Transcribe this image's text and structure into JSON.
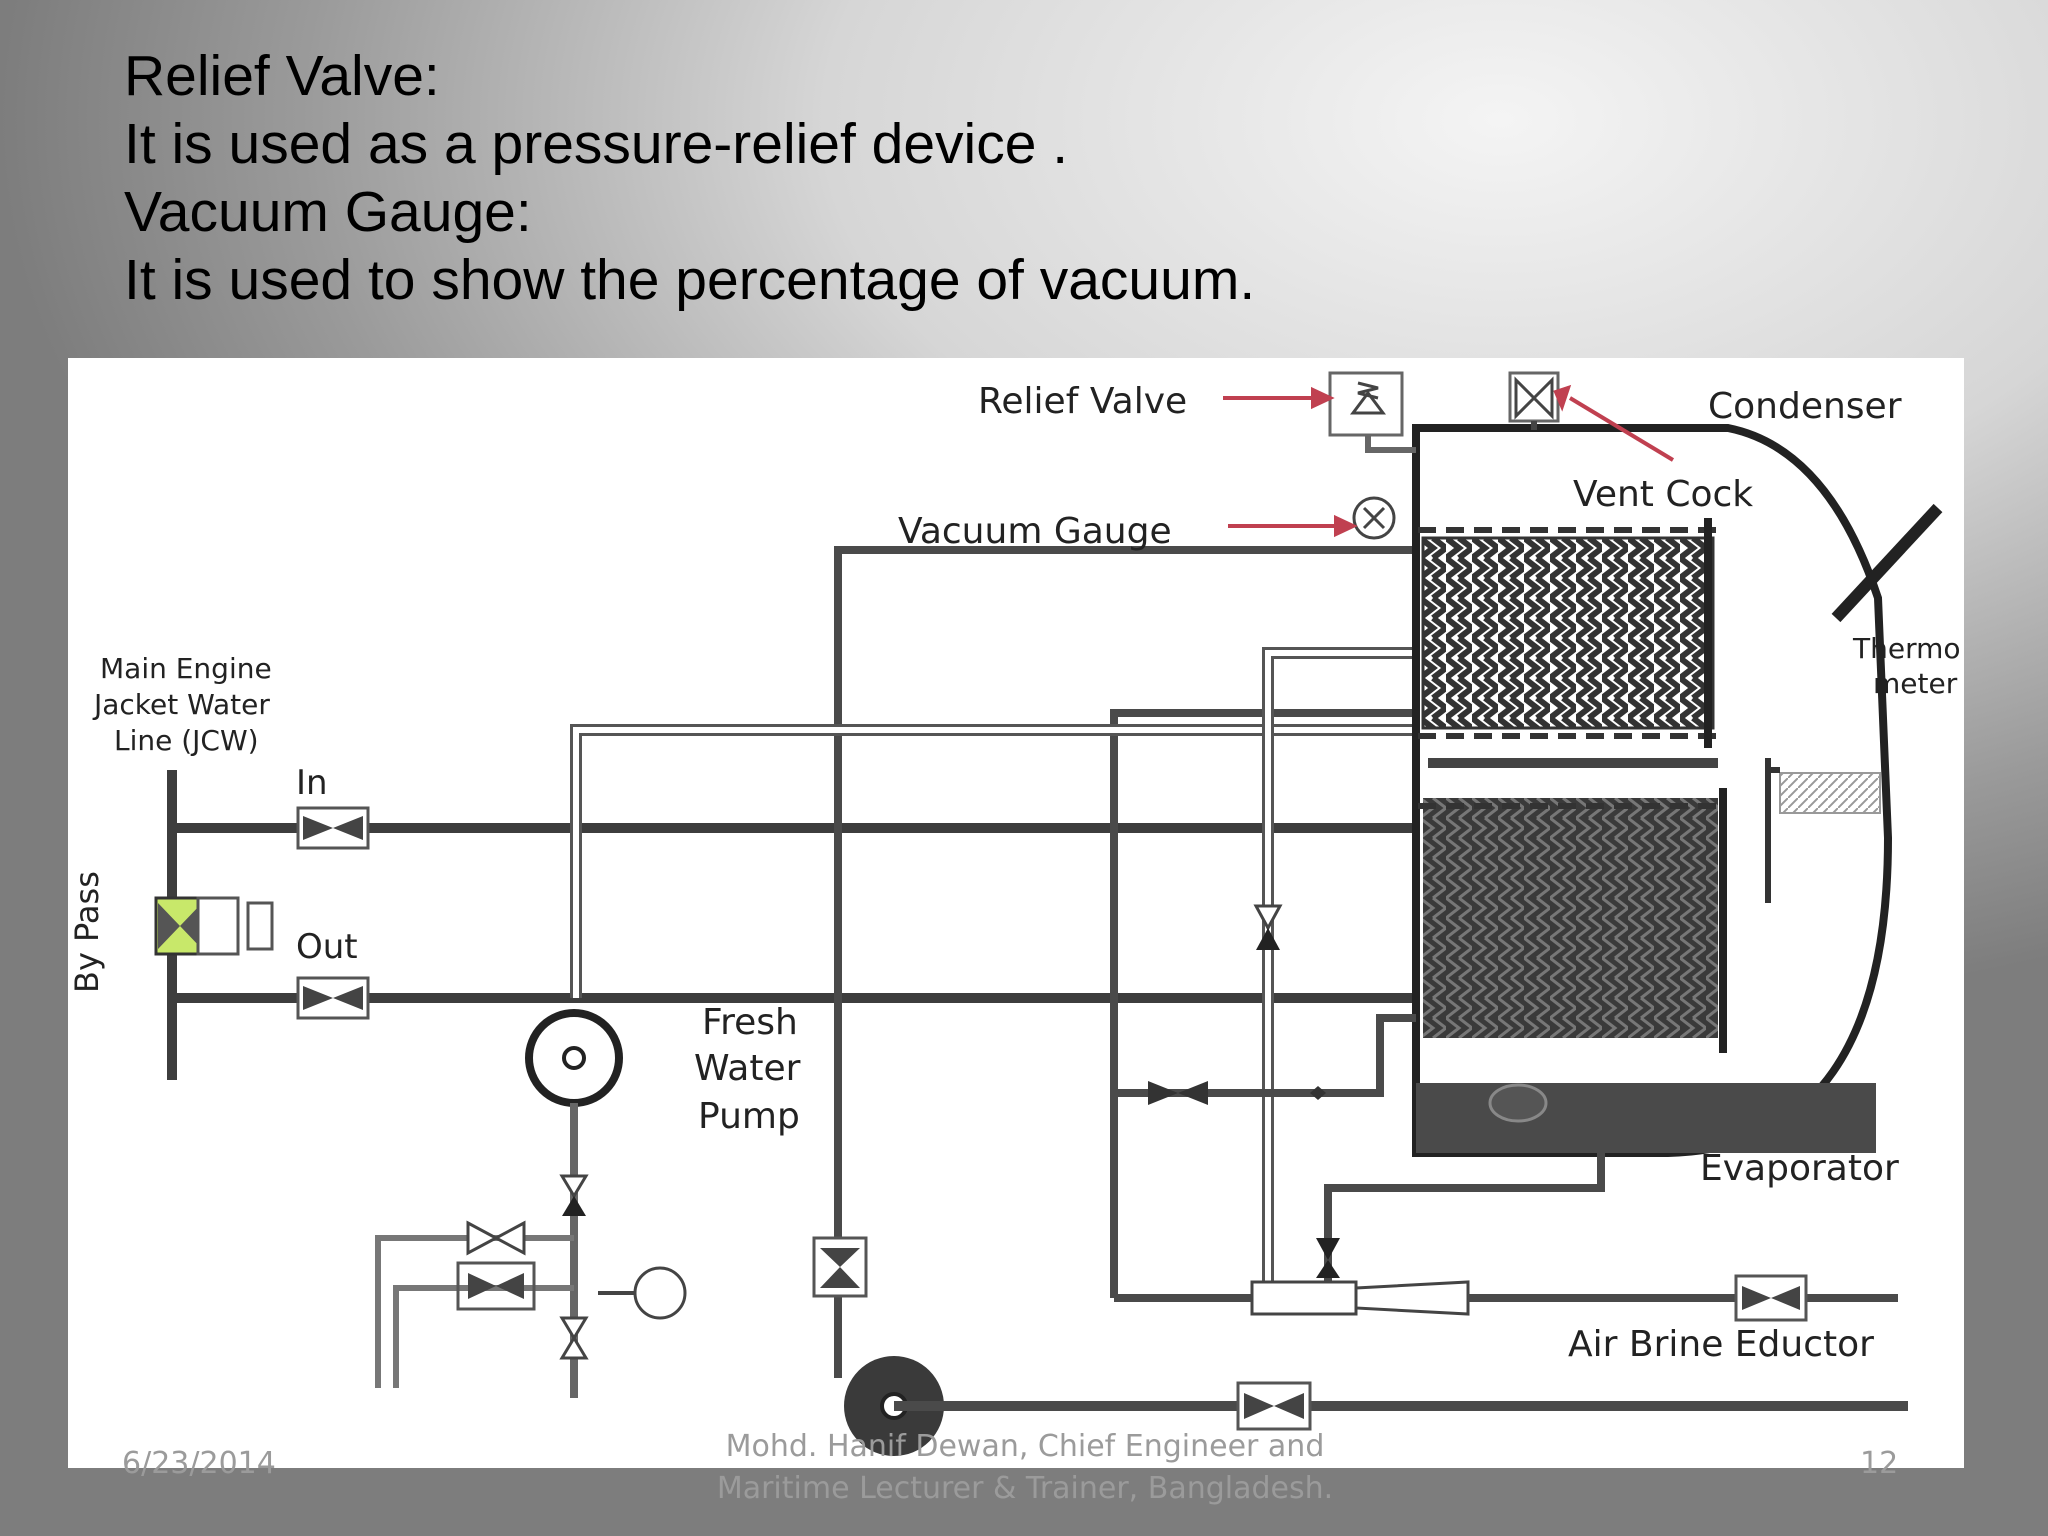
{
  "slide": {
    "lines": [
      "Relief Valve:",
      "It is used as a pressure-relief device .",
      "Vacuum Gauge:",
      "It is used to show the percentage of vacuum."
    ]
  },
  "diagram": {
    "labels": {
      "relief_valve": "Relief Valve",
      "vacuum_gauge": "Vacuum Gauge",
      "condenser": "Condenser",
      "vent_cock": "Vent Cock",
      "thermometer_1": "Thermo",
      "thermometer_2": "meter",
      "main_engine_1": "Main Engine",
      "main_engine_2": "Jacket Water",
      "main_engine_3": "Line (JCW)",
      "in": "In",
      "out": "Out",
      "by_pass": "By Pass",
      "fresh_1": "Fresh",
      "fresh_2": "Water",
      "fresh_3": "Pump",
      "evaporator": "Evaporator",
      "air_brine_eductor": "Air Brine Eductor"
    }
  },
  "footer": {
    "date": "6/23/2014",
    "author_line1": "Mohd. Hanif Dewan, Chief Engineer and",
    "author_line2": "Maritime Lecturer & Trainer, Bangladesh.",
    "page": "12"
  }
}
